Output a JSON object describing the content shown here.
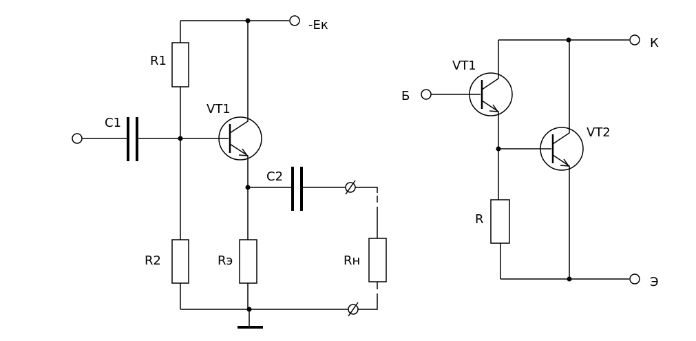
{
  "circuit_left": {
    "labels": {
      "supply": "-Eк",
      "r1": "R1",
      "r2": "R2",
      "c1": "C1",
      "c2": "C2",
      "vt1": "VT1",
      "re": "Rэ",
      "rn": "Rн"
    }
  },
  "circuit_right": {
    "labels": {
      "collector_terminal": "К",
      "base_terminal": "Б",
      "emitter_terminal": "Э",
      "vt1": "VT1",
      "vt2": "VT2",
      "r": "R"
    }
  }
}
